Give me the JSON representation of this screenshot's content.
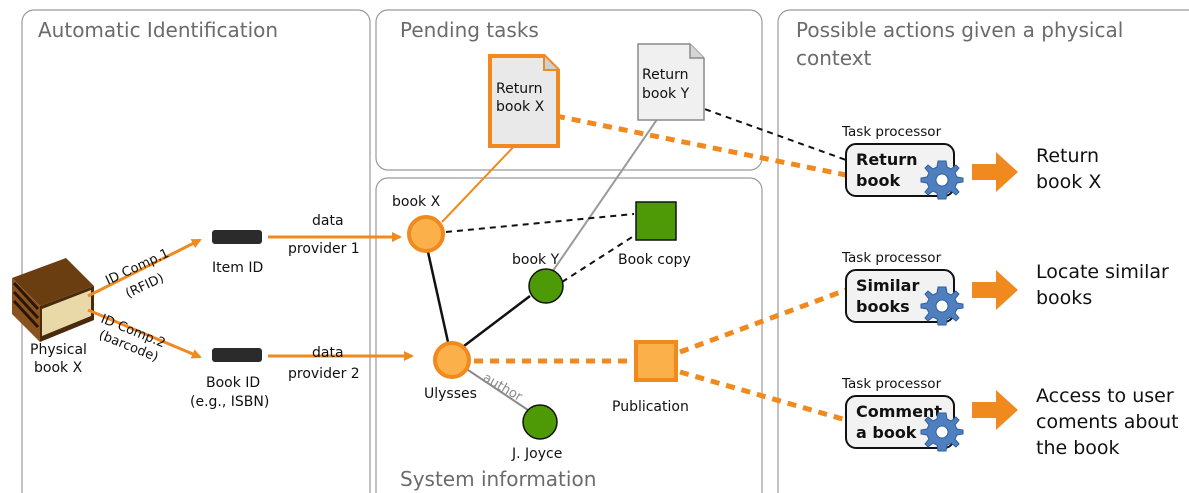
{
  "panels": {
    "auto_id": "Automatic Identification",
    "pending": "Pending tasks",
    "actions_line1": "Possible actions given a physical",
    "actions_line2": "context",
    "system_info": "System information"
  },
  "physical_book": {
    "line1": "Physical",
    "line2": "book X"
  },
  "id_comp1": {
    "line1": "ID Comp.1",
    "line2": "(RFID)"
  },
  "id_comp2": {
    "line1": "ID Comp.2",
    "line2": "(barcode)"
  },
  "item_id": {
    "label": "Item ID"
  },
  "book_id": {
    "line1": "Book ID",
    "line2": "(e.g., ISBN)"
  },
  "provider1": {
    "line1": "data",
    "line2": "provider 1"
  },
  "provider2": {
    "line1": "data",
    "line2": "provider 2"
  },
  "doc_x": {
    "line1": "Return",
    "line2": "book X"
  },
  "doc_y": {
    "line1": "Return",
    "line2": "book Y"
  },
  "graph": {
    "book_x": "book X",
    "book_y": "book Y",
    "book_copy": "Book copy",
    "ulysses": "Ulysses",
    "author_edge": "author",
    "joyce": "J. Joyce",
    "publication": "Publication"
  },
  "processors": [
    {
      "header": "Task processor",
      "line1": "Return",
      "line2": "book",
      "result1": "Return",
      "result2": "book X",
      "result3": ""
    },
    {
      "header": "Task processor",
      "line1": "Similar",
      "line2": "books",
      "result1": "Locate similar",
      "result2": "books",
      "result3": ""
    },
    {
      "header": "Task processor",
      "line1": "Comment",
      "line2": "a book",
      "result1": "Access to user",
      "result2": "coments about",
      "result3": "the book"
    }
  ],
  "colors": {
    "orange": "#f08a1e",
    "orange_fill": "#fbb04a",
    "green": "#4e9a06",
    "gear": "#4f7fbf",
    "panel_border": "#9a9a9a"
  },
  "icons": {
    "book": "book-icon",
    "reader": "reader-device-icon",
    "gear": "gear-icon",
    "document": "document-icon"
  }
}
